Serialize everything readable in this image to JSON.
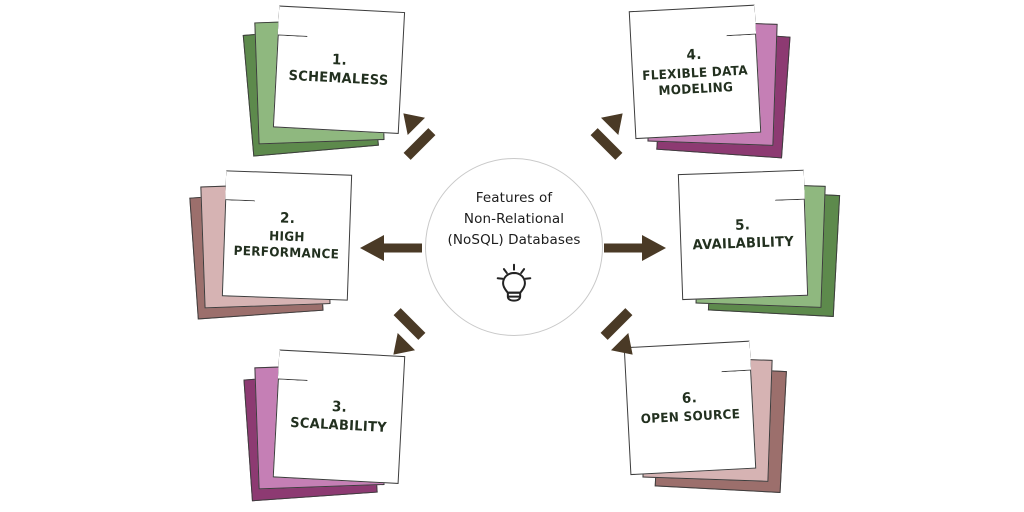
{
  "diagram": {
    "center": {
      "line1": "Features of",
      "line2": "Non-Relational",
      "line3": "(NoSQL) Databases",
      "icon": "lightbulb-icon"
    },
    "arrow_color": "#4a3a26",
    "note_text_color": "#22301f",
    "cards": [
      {
        "id": "schemaless",
        "number": "1.",
        "title": "SCHEMALESS",
        "fold": "left",
        "colors": {
          "mid": "#8fb87f",
          "back": "#5d8a4c"
        }
      },
      {
        "id": "high-performance",
        "number": "2.",
        "title": "HIGH PERFORMANCE",
        "fold": "left",
        "colors": {
          "mid": "#d6b3b3",
          "back": "#9c6f6c"
        }
      },
      {
        "id": "scalability",
        "number": "3.",
        "title": "SCALABILITY",
        "fold": "left",
        "colors": {
          "mid": "#c57fb5",
          "back": "#8d3a72"
        }
      },
      {
        "id": "flexible-data-modeling",
        "number": "4.",
        "title": "FLEXIBLE DATA MODELING",
        "fold": "right",
        "colors": {
          "mid": "#c57fb5",
          "back": "#8d3a72"
        }
      },
      {
        "id": "availability",
        "number": "5.",
        "title": "AVAILABILITY",
        "fold": "right",
        "colors": {
          "mid": "#8fb87f",
          "back": "#5d8a4c"
        }
      },
      {
        "id": "open-source",
        "number": "6.",
        "title": "OPEN SOURCE",
        "fold": "right",
        "colors": {
          "mid": "#d6b3b3",
          "back": "#9c6f6c"
        }
      }
    ]
  }
}
